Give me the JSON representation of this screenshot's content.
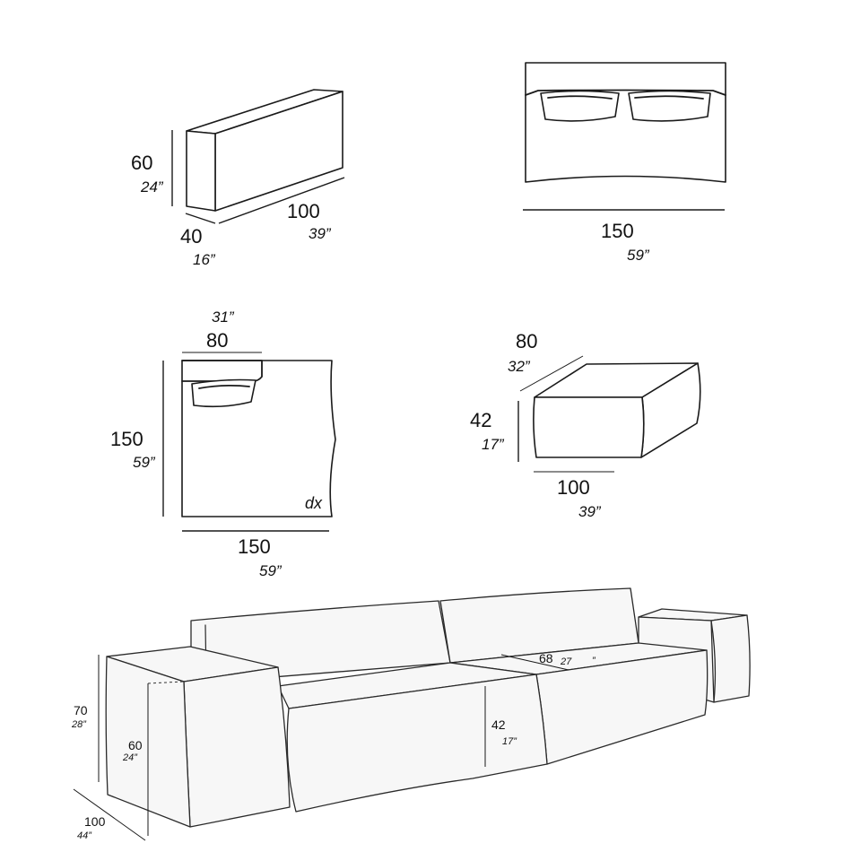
{
  "armrest": {
    "height_cm": "60",
    "height_in": "24”",
    "depth_cm": "40",
    "depth_in": "16”",
    "length_cm": "100",
    "length_in": "39”"
  },
  "sofa_top": {
    "width_cm": "150",
    "width_in": "59”"
  },
  "chaise": {
    "back_cm": "80",
    "back_in": "31”",
    "depth_cm": "150",
    "depth_in": "59”",
    "width_cm": "150",
    "width_in": "59”",
    "side_tag": "dx"
  },
  "pouf": {
    "depth_cm": "80",
    "depth_in": "32”",
    "height_cm": "42",
    "height_in": "17”",
    "width_cm": "100",
    "width_in": "39”"
  },
  "composition": {
    "height_cm": "70",
    "height_in": "28”",
    "arm_height_cm": "60",
    "arm_height_in": "24”",
    "depth_cm": "100",
    "depth_in": "44”",
    "seat_height_cm": "42",
    "seat_height_in": "17”",
    "seat_depth_cm": "68",
    "seat_depth_in_value": "27",
    "seat_depth_in_mark": "”"
  }
}
